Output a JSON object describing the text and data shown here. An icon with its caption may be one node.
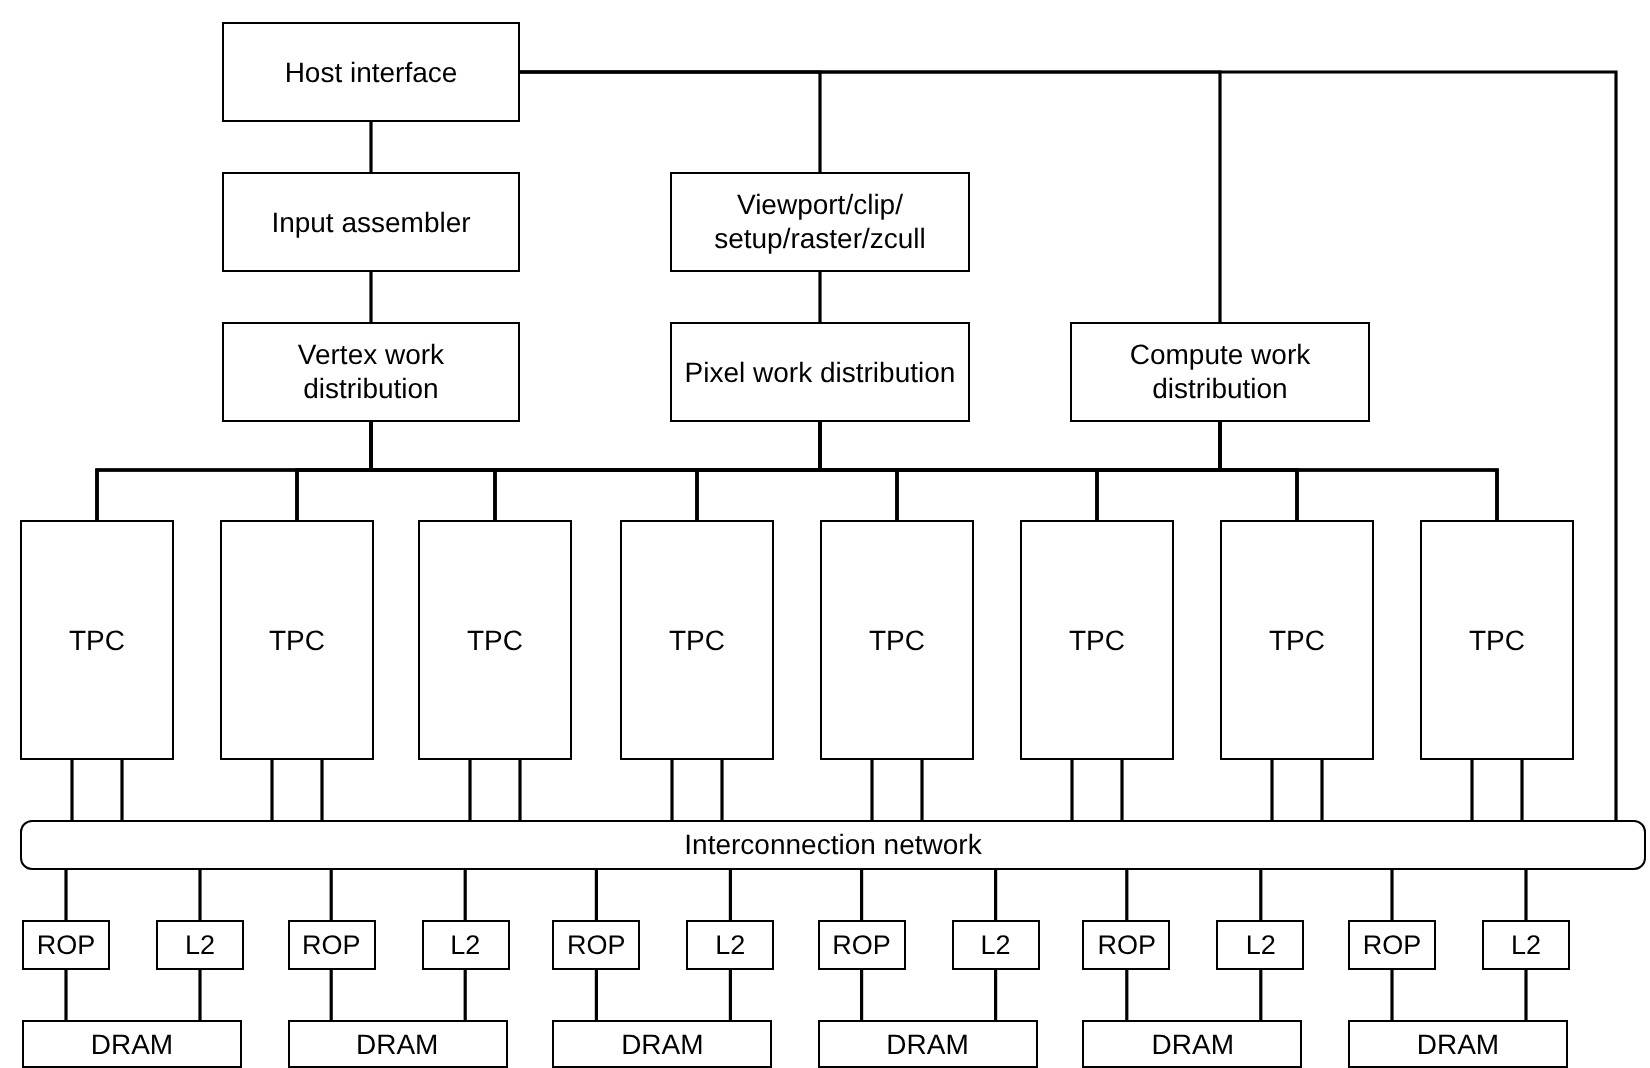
{
  "diagram": {
    "nodes": [
      {
        "text": [
          "Host interface"
        ]
      },
      {
        "text": [
          "Input assembler"
        ]
      },
      {
        "text": [
          "Viewport/clip/ setup/raster/zcull"
        ]
      },
      {
        "text": [
          "Vertex work distribution"
        ]
      },
      {
        "text": [
          "Pixel work distribution"
        ]
      },
      {
        "text": [
          "Compute work distribution"
        ]
      },
      {
        "text": [
          "TPC"
        ]
      },
      {
        "text": [
          "TPC"
        ]
      },
      {
        "text": [
          "TPC"
        ]
      },
      {
        "text": [
          "TPC"
        ]
      },
      {
        "text": [
          "TPC"
        ]
      },
      {
        "text": [
          "TPC"
        ]
      },
      {
        "text": [
          "TPC"
        ]
      },
      {
        "text": [
          "TPC"
        ]
      },
      {
        "text": [
          "Interconnection network"
        ]
      },
      {
        "text": [
          "ROP"
        ]
      },
      {
        "text": [
          "L2"
        ]
      },
      {
        "text": [
          "ROP"
        ]
      },
      {
        "text": [
          "L2"
        ]
      },
      {
        "text": [
          "ROP"
        ]
      },
      {
        "text": [
          "L2"
        ]
      },
      {
        "text": [
          "ROP"
        ]
      },
      {
        "text": [
          "L2"
        ]
      },
      {
        "text": [
          "ROP"
        ]
      },
      {
        "text": [
          "L2"
        ]
      },
      {
        "text": [
          "ROP"
        ]
      },
      {
        "text": [
          "L2"
        ]
      },
      {
        "text": [
          "DRAM"
        ]
      },
      {
        "text": [
          "DRAM"
        ]
      },
      {
        "text": [
          "DRAM"
        ]
      },
      {
        "text": [
          "DRAM"
        ]
      },
      {
        "text": [
          "DRAM"
        ]
      },
      {
        "text": [
          "DRAM"
        ]
      }
    ],
    "edges": [
      {
        "from": 0,
        "to": 1,
        "arrow": "none"
      },
      {
        "from": 0,
        "to": 2,
        "arrow": "none"
      },
      {
        "from": 0,
        "to": 5,
        "arrow": "none"
      },
      {
        "from": 0,
        "to": 14,
        "arrow": "none"
      },
      {
        "from": 1,
        "to": 3,
        "arrow": "none"
      },
      {
        "from": 2,
        "to": 4,
        "arrow": "none"
      },
      {
        "from": 3,
        "to": 6,
        "arrow": "none"
      },
      {
        "from": 3,
        "to": 7,
        "arrow": "none"
      },
      {
        "from": 3,
        "to": 8,
        "arrow": "none"
      },
      {
        "from": 3,
        "to": 9,
        "arrow": "none"
      },
      {
        "from": 3,
        "to": 10,
        "arrow": "none"
      },
      {
        "from": 3,
        "to": 11,
        "arrow": "none"
      },
      {
        "from": 3,
        "to": 12,
        "arrow": "none"
      },
      {
        "from": 3,
        "to": 13,
        "arrow": "none"
      },
      {
        "from": 4,
        "to": 6,
        "arrow": "none"
      },
      {
        "from": 4,
        "to": 7,
        "arrow": "none"
      },
      {
        "from": 4,
        "to": 8,
        "arrow": "none"
      },
      {
        "from": 4,
        "to": 9,
        "arrow": "none"
      },
      {
        "from": 4,
        "to": 10,
        "arrow": "none"
      },
      {
        "from": 4,
        "to": 11,
        "arrow": "none"
      },
      {
        "from": 4,
        "to": 12,
        "arrow": "none"
      },
      {
        "from": 4,
        "to": 13,
        "arrow": "none"
      },
      {
        "from": 5,
        "to": 6,
        "arrow": "none"
      },
      {
        "from": 5,
        "to": 7,
        "arrow": "none"
      },
      {
        "from": 5,
        "to": 8,
        "arrow": "none"
      },
      {
        "from": 5,
        "to": 9,
        "arrow": "none"
      },
      {
        "from": 5,
        "to": 10,
        "arrow": "none"
      },
      {
        "from": 5,
        "to": 11,
        "arrow": "none"
      },
      {
        "from": 5,
        "to": 12,
        "arrow": "none"
      },
      {
        "from": 5,
        "to": 13,
        "arrow": "none"
      },
      {
        "from": 6,
        "to": 14,
        "arrow": "none"
      },
      {
        "from": 6,
        "to": 14,
        "arrow": "none"
      },
      {
        "from": 7,
        "to": 14,
        "arrow": "none"
      },
      {
        "from": 7,
        "to": 14,
        "arrow": "none"
      },
      {
        "from": 8,
        "to": 14,
        "arrow": "none"
      },
      {
        "from": 8,
        "to": 14,
        "arrow": "none"
      },
      {
        "from": 9,
        "to": 14,
        "arrow": "none"
      },
      {
        "from": 9,
        "to": 14,
        "arrow": "none"
      },
      {
        "from": 10,
        "to": 14,
        "arrow": "none"
      },
      {
        "from": 10,
        "to": 14,
        "arrow": "none"
      },
      {
        "from": 11,
        "to": 14,
        "arrow": "none"
      },
      {
        "from": 11,
        "to": 14,
        "arrow": "none"
      },
      {
        "from": 12,
        "to": 14,
        "arrow": "none"
      },
      {
        "from": 12,
        "to": 14,
        "arrow": "none"
      },
      {
        "from": 13,
        "to": 14,
        "arrow": "none"
      },
      {
        "from": 13,
        "to": 14,
        "arrow": "none"
      },
      {
        "from": 14,
        "to": 15,
        "arrow": "none"
      },
      {
        "from": 14,
        "to": 16,
        "arrow": "none"
      },
      {
        "from": 14,
        "to": 17,
        "arrow": "none"
      },
      {
        "from": 14,
        "to": 18,
        "arrow": "none"
      },
      {
        "from": 14,
        "to": 19,
        "arrow": "none"
      },
      {
        "from": 14,
        "to": 20,
        "arrow": "none"
      },
      {
        "from": 14,
        "to": 21,
        "arrow": "none"
      },
      {
        "from": 14,
        "to": 22,
        "arrow": "none"
      },
      {
        "from": 14,
        "to": 23,
        "arrow": "none"
      },
      {
        "from": 14,
        "to": 24,
        "arrow": "none"
      },
      {
        "from": 14,
        "to": 25,
        "arrow": "none"
      },
      {
        "from": 14,
        "to": 26,
        "arrow": "none"
      },
      {
        "from": 15,
        "to": 27,
        "arrow": "none"
      },
      {
        "from": 16,
        "to": 27,
        "arrow": "none"
      },
      {
        "from": 17,
        "to": 28,
        "arrow": "none"
      },
      {
        "from": 18,
        "to": 28,
        "arrow": "none"
      },
      {
        "from": 19,
        "to": 29,
        "arrow": "none"
      },
      {
        "from": 20,
        "to": 29,
        "arrow": "none"
      },
      {
        "from": 21,
        "to": 30,
        "arrow": "none"
      },
      {
        "from": 22,
        "to": 30,
        "arrow": "none"
      },
      {
        "from": 23,
        "to": 31,
        "arrow": "none"
      },
      {
        "from": 24,
        "to": 31,
        "arrow": "none"
      },
      {
        "from": 25,
        "to": 32,
        "arrow": "none"
      },
      {
        "from": 26,
        "to": 32,
        "arrow": "none"
      }
    ]
  }
}
